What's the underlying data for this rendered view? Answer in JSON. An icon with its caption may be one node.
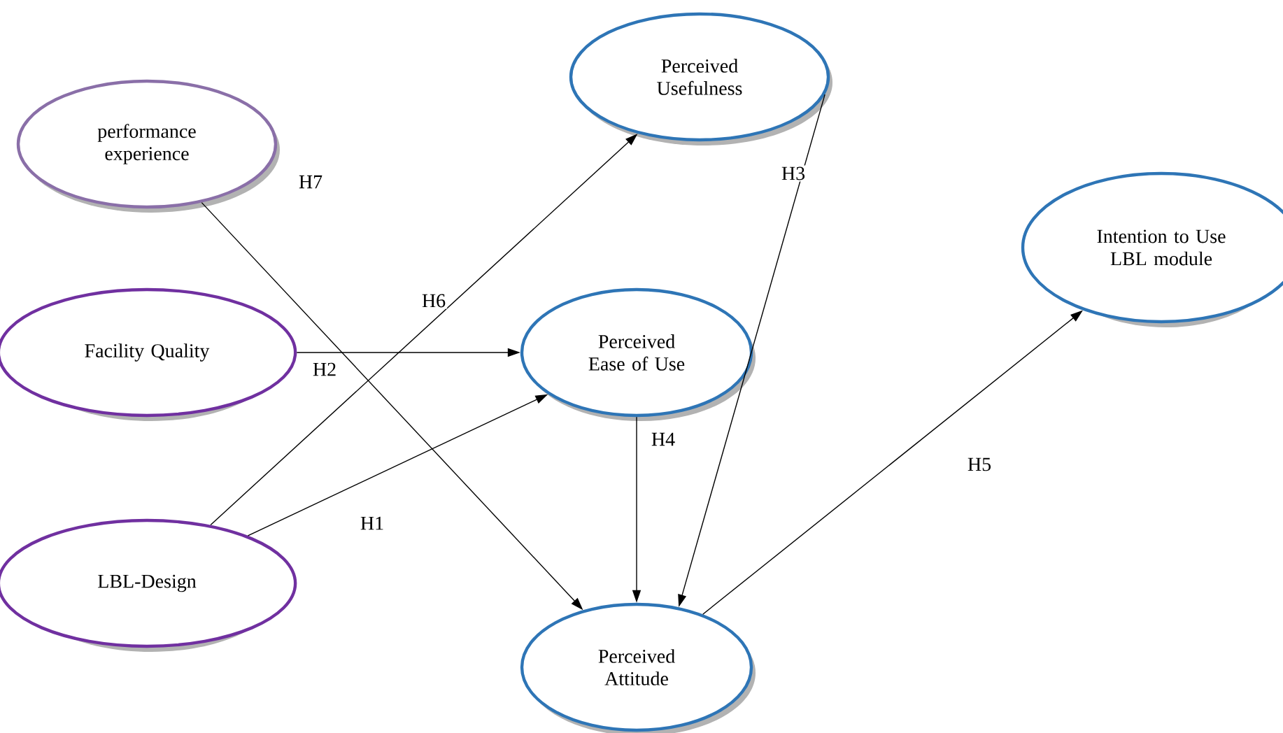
{
  "diagram": {
    "nodes": [
      {
        "text": [
          "performance experience"
        ]
      },
      {
        "text": [
          "Facility Quality"
        ]
      },
      {
        "text": [
          "LBL-Design"
        ]
      },
      {
        "text": [
          "Perceived Usefulness"
        ]
      },
      {
        "text": [
          "Perceived Ease of Use"
        ]
      },
      {
        "text": [
          "Perceived Attitude"
        ]
      },
      {
        "text": [
          "Intention to Use LBL module"
        ]
      }
    ],
    "edges": [
      {
        "from": 0,
        "to": 5,
        "arrow": "to",
        "label": "H7"
      },
      {
        "from": 2,
        "to": 3,
        "arrow": "to",
        "label": "H6"
      },
      {
        "from": 1,
        "to": 4,
        "arrow": "to",
        "label": "H2"
      },
      {
        "from": 2,
        "to": 4,
        "arrow": "to",
        "label": "H1"
      },
      {
        "from": 3,
        "to": 5,
        "arrow": "to",
        "label": "H3"
      },
      {
        "from": 4,
        "to": 5,
        "arrow": "to",
        "label": "H4"
      },
      {
        "from": 5,
        "to": 6,
        "arrow": "to",
        "label": "H5"
      }
    ]
  }
}
